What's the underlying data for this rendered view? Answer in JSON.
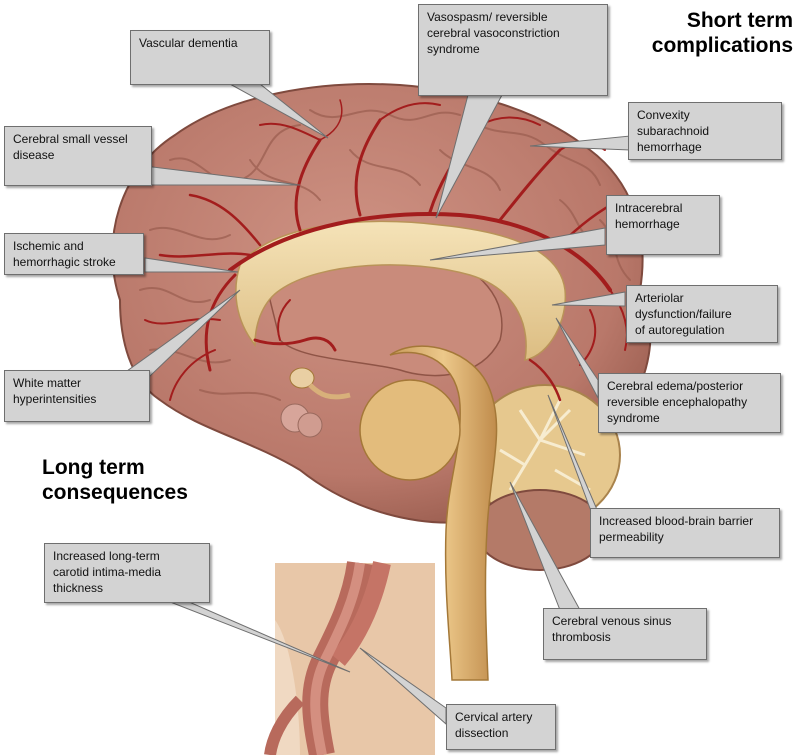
{
  "headings": {
    "short_term": "Short term\ncomplications",
    "long_term": "Long term\nconsequences"
  },
  "callouts": {
    "vascular_dementia": "Vascular dementia",
    "vasospasm": "Vasospasm/ reversible\ncerebral vasoconstriction\nsyndrome",
    "small_vessel": "Cerebral small vessel\ndisease",
    "convexity_sah": "Convexity\nsubarachnoid\nhemorrhage",
    "ischemic_stroke": "Ischemic and\nhemorrhagic stroke",
    "intracerebral_hemorrhage": "Intracerebral\nhemorrhage",
    "arteriolar_dysfunction": "Arteriolar\ndysfunction/failure\nof autoregulation",
    "white_matter": "White matter\nhyperintensities",
    "cerebral_edema": "Cerebral edema/posterior\nreversible encephalopathy\nsyndrome",
    "bbb_permeability": "Increased blood-brain barrier\npermeability",
    "carotid_imt": "Increased long-term\ncarotid intima-media\nthickness",
    "venous_thrombosis": "Cerebral venous sinus\nthrombosis",
    "cervical_dissection": "Cervical artery\ndissection"
  },
  "colors": {
    "callout_fill": "#d3d3d3",
    "callout_border": "#6f6f6f",
    "cortex": "#b9786a",
    "artery": "#a31d1d",
    "corpus_callosum": "#eed7a4",
    "brainstem": "#dcb473"
  }
}
